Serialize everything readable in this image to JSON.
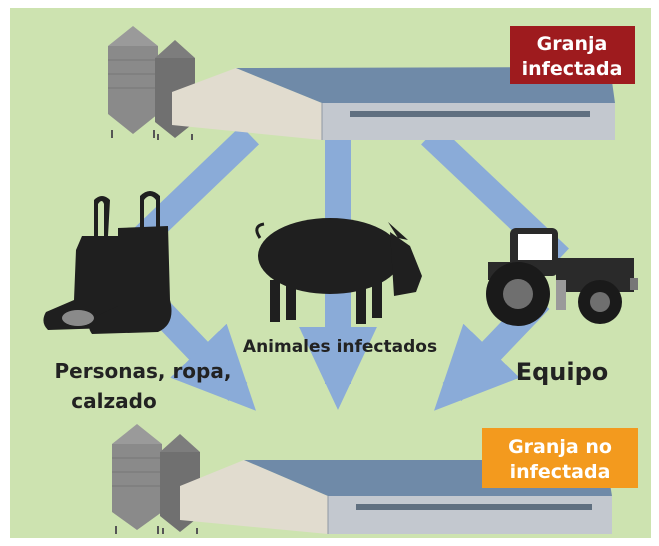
{
  "badges": {
    "infected": {
      "line1": "Granja",
      "line2": "infectada",
      "color": "#9e1b1e"
    },
    "not_infected": {
      "line1": "Granja no",
      "line2": "infectada",
      "color": "#f39a1e"
    }
  },
  "routes": {
    "people": {
      "line1": "Personas, ropa,",
      "line2": "calzado"
    },
    "animals": {
      "label": "Animales infectados"
    },
    "equipment": {
      "label": "Equipo"
    }
  },
  "colors": {
    "background": "#cde3b0",
    "arrow": "#8aabd8",
    "roof": "#6f8aa8",
    "wall": "#e1dccf",
    "silhouette": "#1f1f1f",
    "silo": "#8a8a8a"
  },
  "icons": [
    "barn-icon",
    "silo-icon",
    "boots-icon",
    "pig-icon",
    "tractor-icon"
  ]
}
